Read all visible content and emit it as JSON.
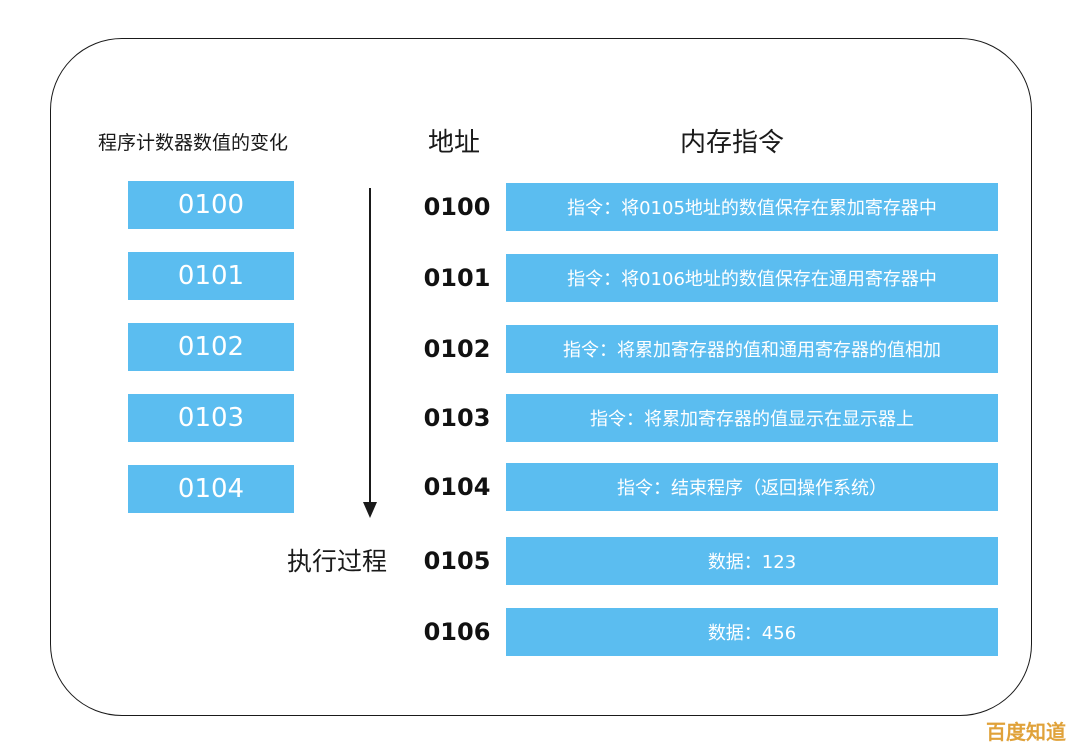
{
  "headings": {
    "pc": "程序计数器数值的变化",
    "address": "地址",
    "memory": "内存指令"
  },
  "pc_values": [
    "0100",
    "0101",
    "0102",
    "0103",
    "0104"
  ],
  "rows": [
    {
      "address": "0100",
      "content": "指令：将0105地址的数值保存在累加寄存器中"
    },
    {
      "address": "0101",
      "content": "指令：将0106地址的数值保存在通用寄存器中"
    },
    {
      "address": "0102",
      "content": "指令：将累加寄存器的值和通用寄存器的值相加"
    },
    {
      "address": "0103",
      "content": "指令：将累加寄存器的值显示在显示器上"
    },
    {
      "address": "0104",
      "content": "指令：结束程序（返回操作系统）"
    },
    {
      "address": "0105",
      "content": "数据：123"
    },
    {
      "address": "0106",
      "content": "数据：456"
    }
  ],
  "execution_label": "执行过程",
  "watermark": "百度知道",
  "colors": {
    "box_fill": "#5bbdf0",
    "box_text": "#ffffff",
    "text": "#1a1a1a",
    "watermark": "#e0a23a"
  }
}
